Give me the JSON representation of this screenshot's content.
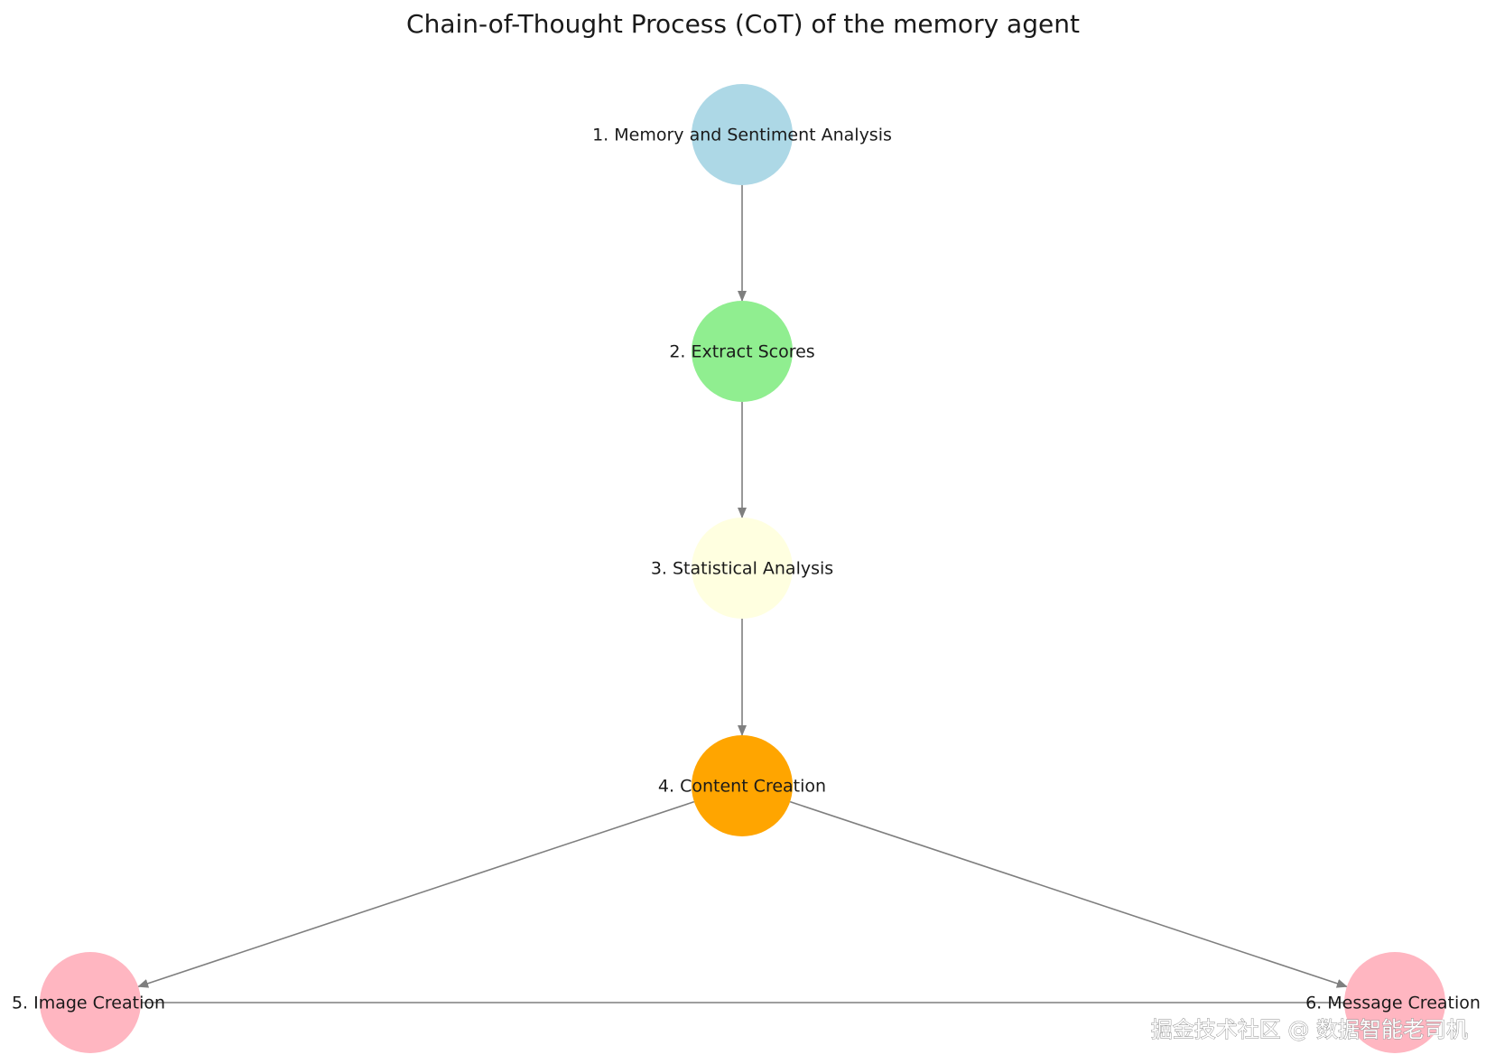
{
  "title": "Chain-of-Thought Process (CoT) of the memory agent",
  "nodes": [
    {
      "id": "n1",
      "label": "1. Memory and Sentiment Analysis",
      "color": "#ADD8E6"
    },
    {
      "id": "n2",
      "label": "2. Extract Scores",
      "color": "#90EE90"
    },
    {
      "id": "n3",
      "label": "3. Statistical Analysis",
      "color": "#FFFFE0"
    },
    {
      "id": "n4",
      "label": "4. Content Creation",
      "color": "#FFA500"
    },
    {
      "id": "n5",
      "label": "5. Image Creation",
      "color": "#FFB6C1"
    },
    {
      "id": "n6",
      "label": "6. Message Creation",
      "color": "#FFB6C1"
    }
  ],
  "edges": [
    {
      "from": "n1",
      "to": "n2",
      "arrow": true
    },
    {
      "from": "n2",
      "to": "n3",
      "arrow": true
    },
    {
      "from": "n3",
      "to": "n4",
      "arrow": true
    },
    {
      "from": "n4",
      "to": "n5",
      "arrow": true
    },
    {
      "from": "n4",
      "to": "n6",
      "arrow": true
    },
    {
      "from": "n5",
      "to": "n6",
      "arrow": false
    }
  ],
  "edge_color": "#7F7F7F",
  "watermark": "掘金技术社区 @ 数据智能老司机"
}
